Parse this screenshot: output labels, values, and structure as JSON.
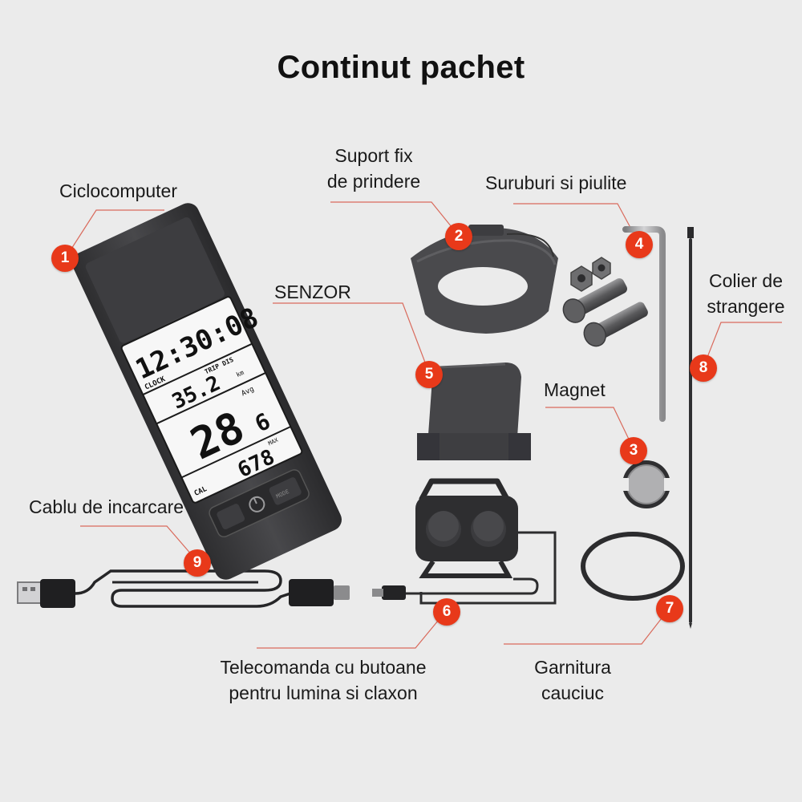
{
  "title": "Continut pachet",
  "items": [
    {
      "number": "1",
      "lines": [
        "Ciclocomputer"
      ]
    },
    {
      "number": "2",
      "lines": [
        "Suport fix",
        "de prindere"
      ]
    },
    {
      "number": "3",
      "lines": [
        "Magnet"
      ]
    },
    {
      "number": "4",
      "lines": [
        "Suruburi si piulite"
      ]
    },
    {
      "number": "5",
      "lines": [
        "SENZOR"
      ]
    },
    {
      "number": "6",
      "lines": [
        "Telecomanda cu butoane",
        "pentru lumina si claxon"
      ]
    },
    {
      "number": "7",
      "lines": [
        "Garnitura",
        "cauciuc"
      ]
    },
    {
      "number": "8",
      "lines": [
        "Colier de",
        "strangere"
      ]
    },
    {
      "number": "9",
      "lines": [
        "Cablu de incarcare"
      ]
    }
  ],
  "display": {
    "time": "12:30:08",
    "clock_label": "CLOCK",
    "trip_label": "TRIP DIS",
    "trip_value": "35.2",
    "trip_unit": "km",
    "avg_label": "Avg",
    "speed_main": "28",
    "speed_decimal": "6",
    "max_label": "MAX",
    "cal_label": "CAL",
    "cal_value": "678",
    "mode_label": "MODE"
  },
  "colors": {
    "accent": "#e8391a",
    "background": "#ebebeb",
    "device": "#3a3a3c"
  }
}
